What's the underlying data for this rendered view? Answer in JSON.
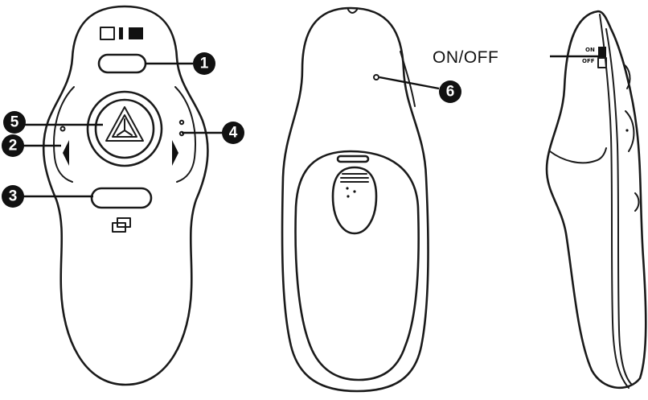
{
  "callouts": {
    "c1": "1",
    "c2": "2",
    "c3": "3",
    "c4": "4",
    "c5": "5",
    "c6": "6"
  },
  "labels": {
    "on_off": "ON/OFF",
    "side_switch_on": "ON",
    "side_switch_off": "OFF"
  },
  "icons": {
    "top_button_icon": "screen-blank-icon",
    "bottom_button_icon": "window-switch-icon",
    "center_button_icon": "laser-triangle-icon"
  },
  "colors": {
    "line": "#1a1a1a",
    "background": "#ffffff"
  }
}
